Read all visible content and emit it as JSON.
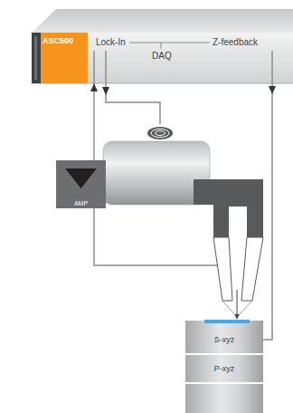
{
  "diagram": {
    "nodes": [
      {
        "text": [
          "ASC500"
        ]
      },
      {
        "text": [
          "AMP"
        ]
      },
      {
        "text": [
          "S-xyz"
        ]
      },
      {
        "text": [
          "P-xyz"
        ]
      }
    ],
    "edges": [
      {
        "from": 1,
        "to": 0,
        "arrow": "to"
      },
      {
        "from": 0,
        "to": 2,
        "arrow": "to"
      }
    ],
    "labels": [
      "Lock-In",
      "DAQ",
      "Z-feedback"
    ]
  }
}
